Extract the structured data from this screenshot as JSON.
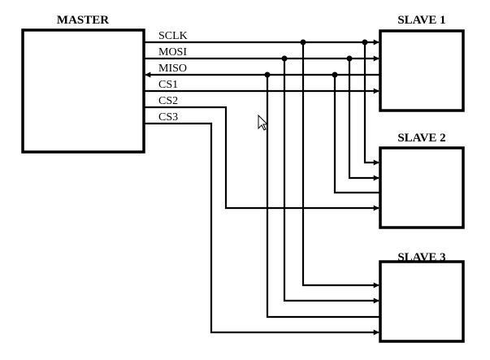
{
  "master": {
    "label": "MASTER"
  },
  "slaves": [
    {
      "label": "SLAVE 1"
    },
    {
      "label": "SLAVE 2"
    },
    {
      "label": "SLAVE 3"
    }
  ],
  "signals": [
    "SCLK",
    "MOSI",
    "MISO",
    "CS1",
    "CS2",
    "CS3"
  ],
  "colors": {
    "line": "#000000",
    "background": "#ffffff"
  }
}
